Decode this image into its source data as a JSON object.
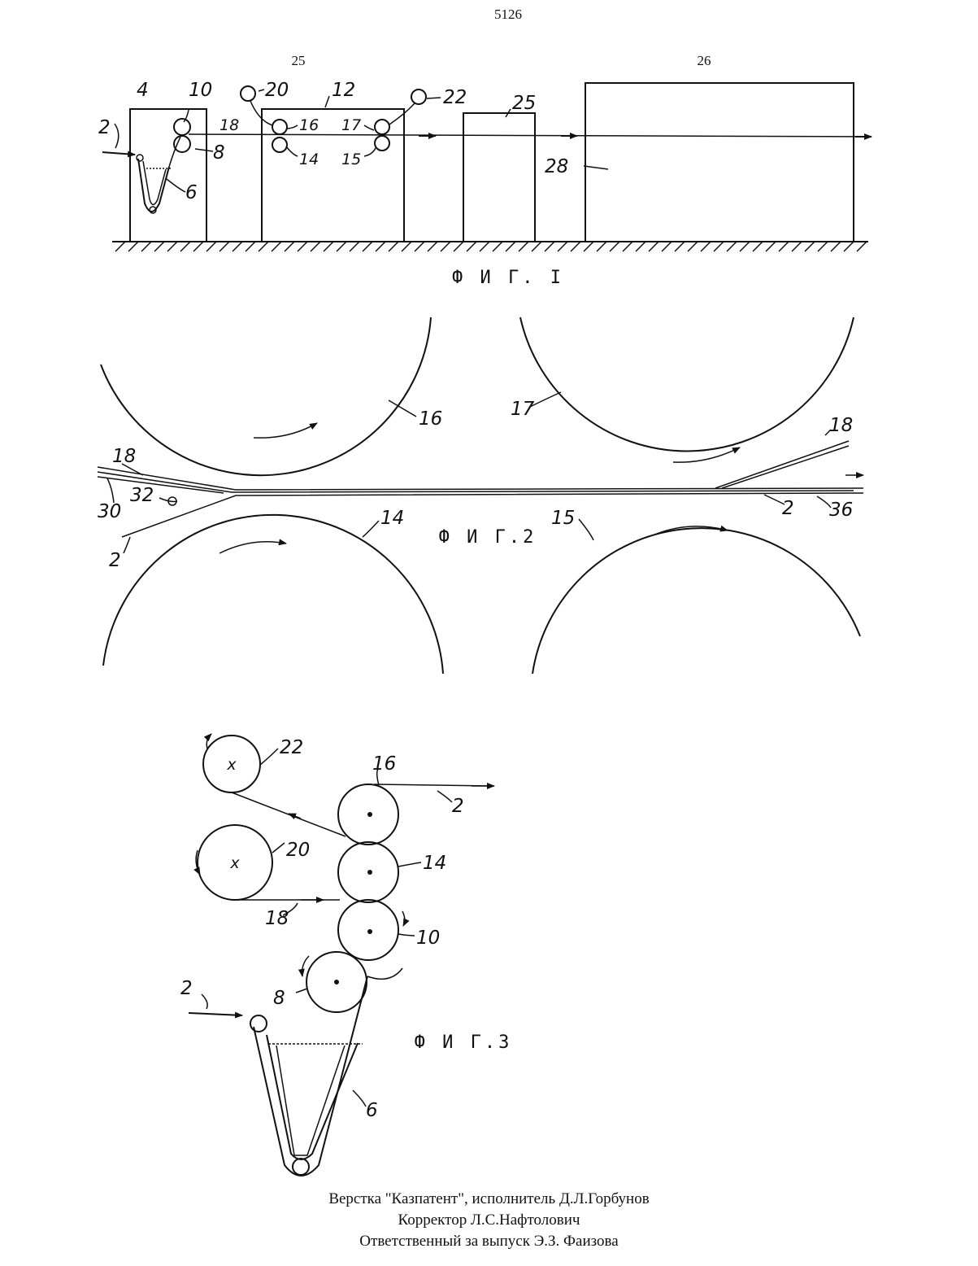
{
  "header": {
    "page_number": "5126",
    "column_left": "25",
    "column_right": "26"
  },
  "figures": {
    "fig1": {
      "caption": "Ф И Г. I",
      "labels": [
        "2",
        "4",
        "10",
        "8",
        "6",
        "20",
        "18",
        "12",
        "16",
        "14",
        "17",
        "15",
        "22",
        "25",
        "28"
      ]
    },
    "fig2": {
      "caption": "Ф И Г.2",
      "labels": [
        "16",
        "17",
        "18",
        "18",
        "30",
        "32",
        "2",
        "14",
        "15",
        "2",
        "36"
      ]
    },
    "fig3": {
      "caption": "Ф И Г.3",
      "labels": [
        "22",
        "16",
        "2",
        "20",
        "14",
        "18",
        "10",
        "8",
        "2",
        "6"
      ]
    }
  },
  "imprint": {
    "line1": "Верстка \"Казпатент\", исполнитель  Д.Л.Горбунов",
    "line2": "Корректор Л.С.Нафтолович",
    "line3": "Ответственный за выпуск Э.З. Фаизова"
  }
}
